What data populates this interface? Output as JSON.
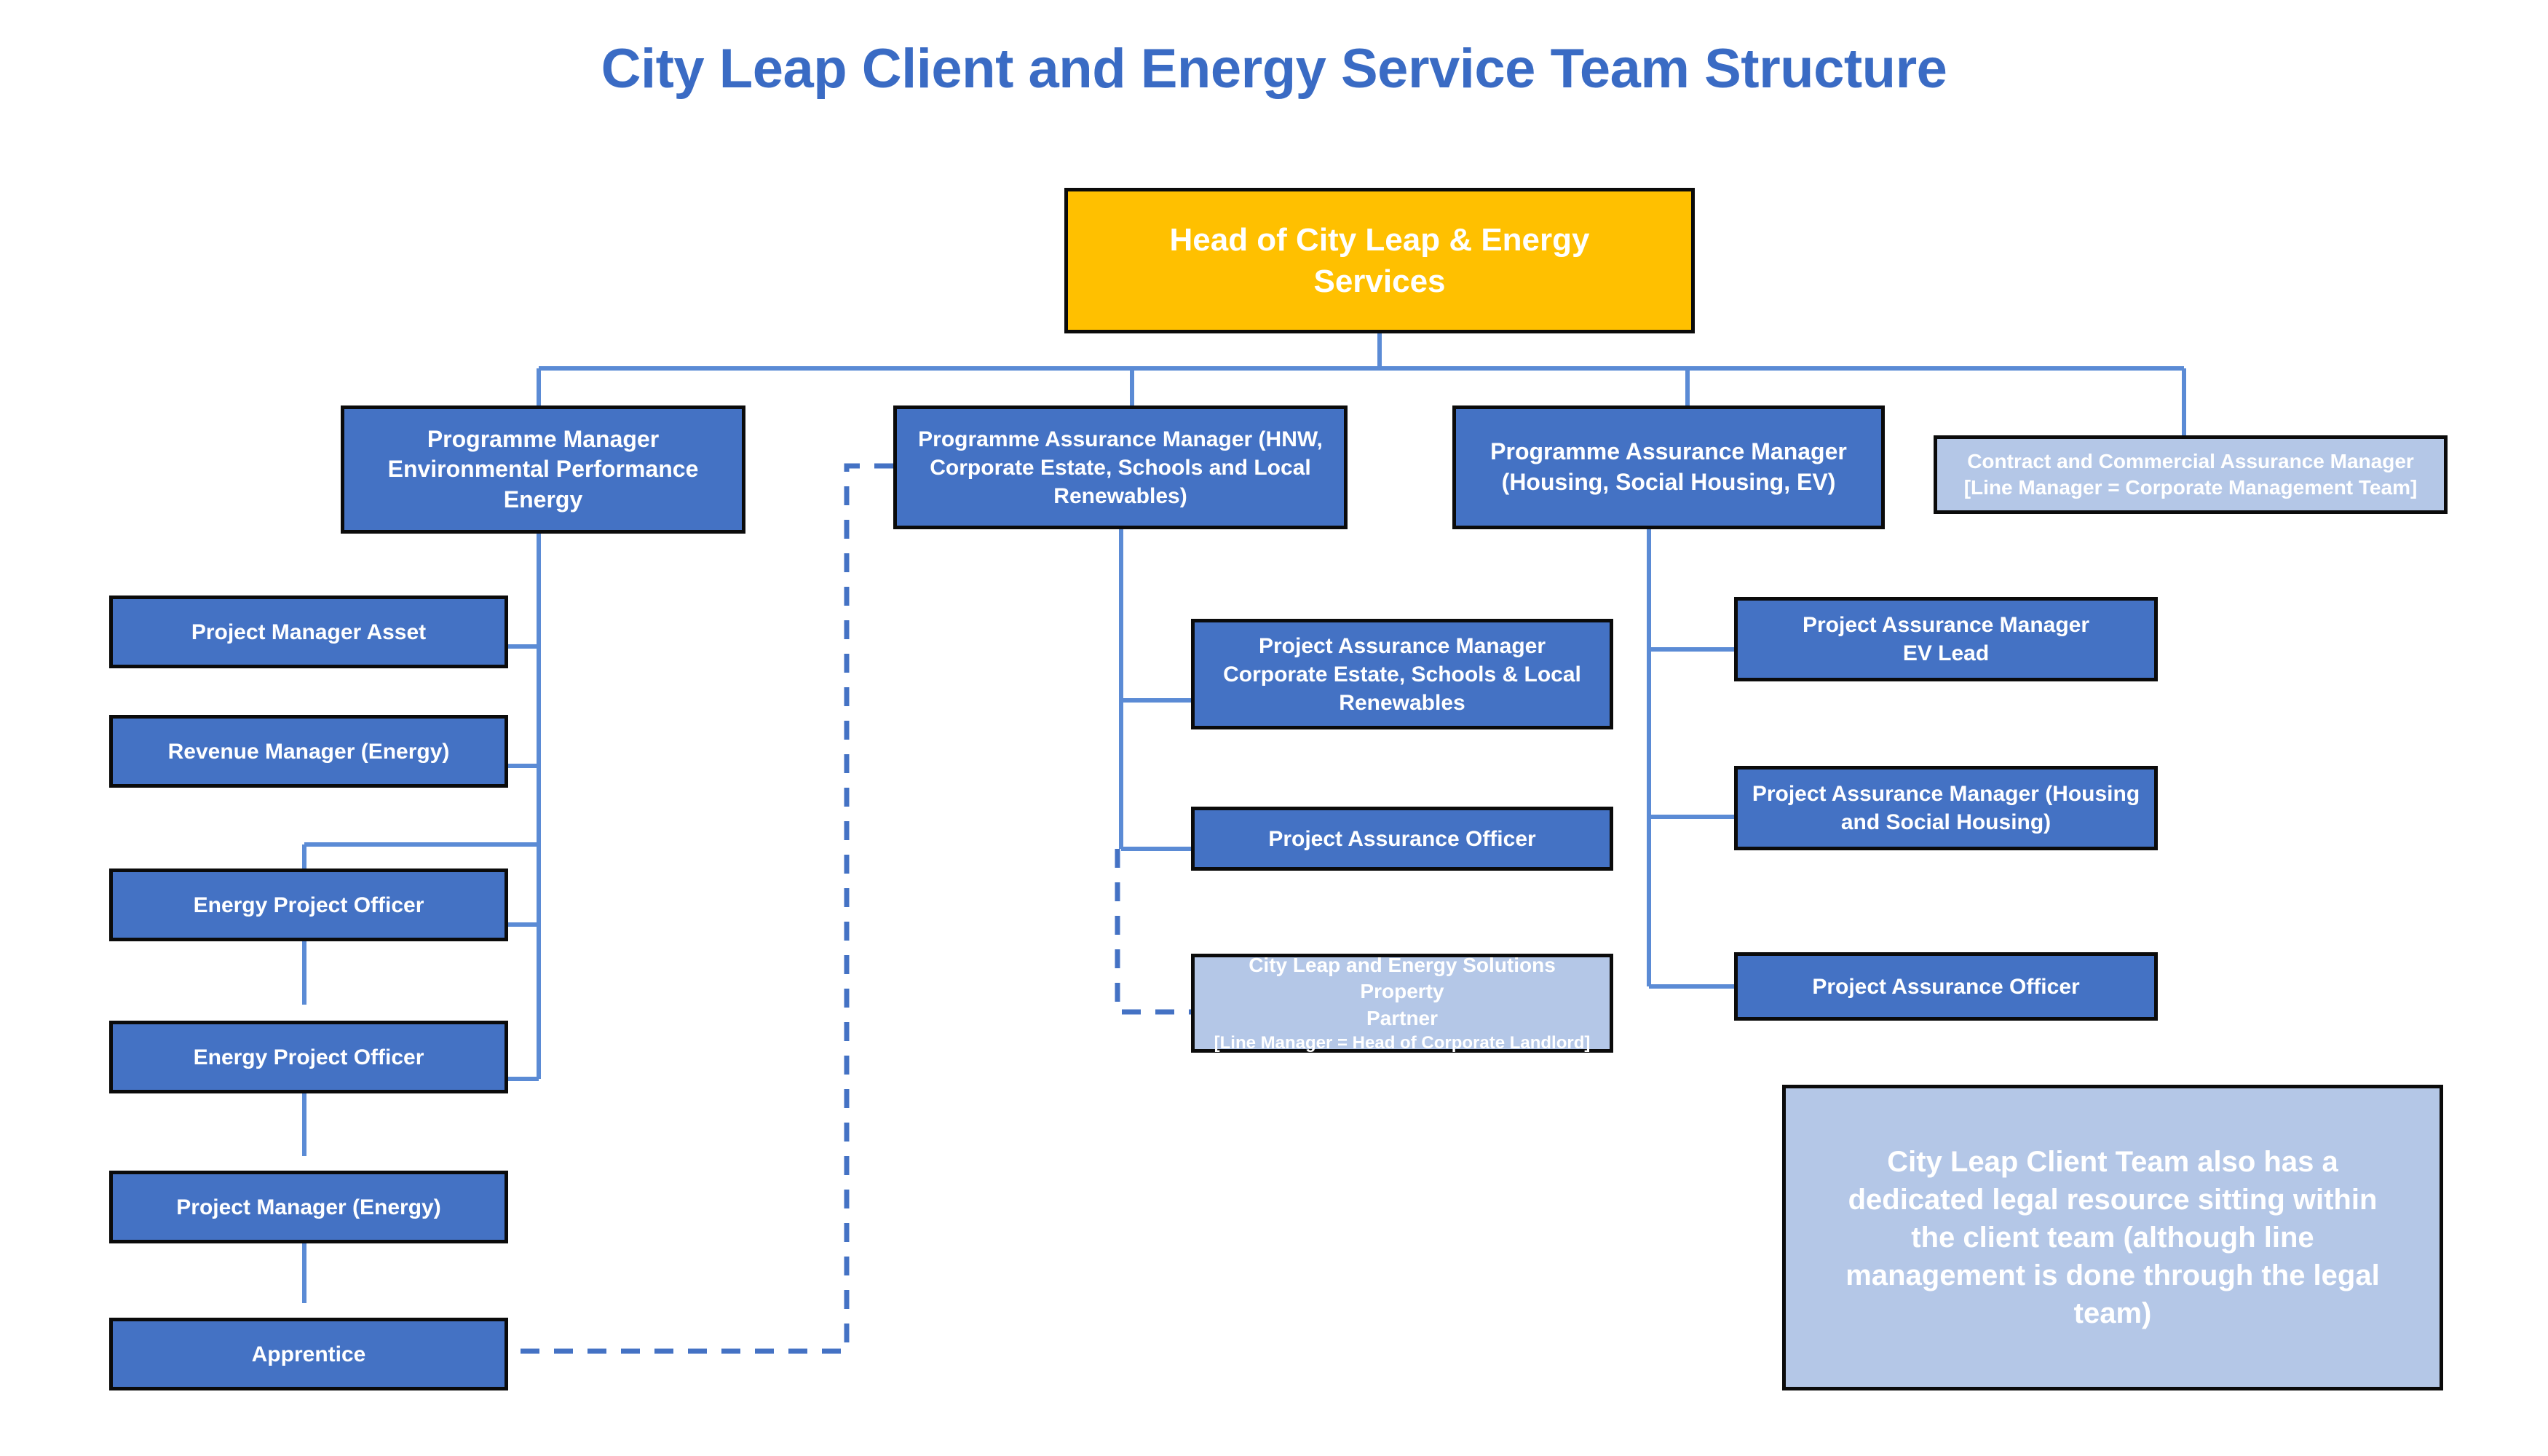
{
  "title": "City Leap Client and Energy Service Team Structure",
  "colors": {
    "title_blue": "#3A6BC4",
    "box_blue": "#4472C4",
    "box_amber": "#FFC000",
    "box_light_blue": "#B4C7E7",
    "border_black": "#0B0B0B",
    "connector_blue": "#5B8BD5",
    "text_white": "#FFFFFF",
    "background": "#FFFFFF"
  },
  "nodes": {
    "head": {
      "line1": "Head of City Leap & Energy",
      "line2": "Services"
    },
    "pm_environmental": {
      "line1": "Programme Manager",
      "line2": "Environmental Performance Energy"
    },
    "pam_hnw": {
      "line1": "Programme Assurance Manager (HNW,",
      "line2": "Corporate Estate, Schools and Local",
      "line3": "Renewables)"
    },
    "pam_housing": {
      "line1": "Programme Assurance Manager",
      "line2": "(Housing, Social Housing, EV)"
    },
    "contract_commercial": {
      "line1": "Contract and Commercial Assurance Manager",
      "line2": "[Line Manager = Corporate Management Team]"
    },
    "project_manager_asset": {
      "line1": "Project Manager Asset"
    },
    "revenue_manager_energy": {
      "line1": "Revenue Manager (Energy)"
    },
    "energy_project_officer_1": {
      "line1": "Energy Project Officer"
    },
    "energy_project_officer_2": {
      "line1": "Energy Project Officer"
    },
    "project_manager_energy": {
      "line1": "Project Manager (Energy)"
    },
    "apprentice": {
      "line1": "Apprentice"
    },
    "pam_corporate_estate": {
      "line1": "Project Assurance Manager",
      "line2": "Corporate Estate, Schools & Local",
      "line3": "Renewables"
    },
    "project_assurance_officer_mid": {
      "line1": "Project Assurance Officer"
    },
    "property_partner": {
      "line1": "City Leap and Energy Solutions Property",
      "line2": "Partner",
      "line3": "[Line Manager = Head of Corporate Landlord]"
    },
    "pam_ev_lead": {
      "line1": "Project Assurance Manager",
      "line2": "EV Lead"
    },
    "pam_housing_social": {
      "line1": "Project Assurance Manager (Housing",
      "line2": "and Social Housing)"
    },
    "project_assurance_officer_right": {
      "line1": "Project Assurance Officer"
    },
    "legal_note": {
      "line1": "City Leap Client Team also has a",
      "line2": "dedicated legal resource sitting within",
      "line3": "the client team (although line",
      "line4": "management is done through the legal",
      "line5": "team)"
    }
  }
}
